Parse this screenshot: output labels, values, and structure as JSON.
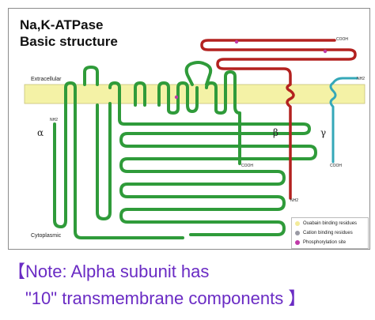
{
  "figure": {
    "title_line1": "Na,K-ATPase",
    "title_line2": "Basic structure",
    "extracellular_label": "Extracellular",
    "cytoplasmic_label": "Cytoplasmic",
    "alpha_label": "α",
    "beta_label": "β",
    "gamma_label": "γ",
    "alpha_nh2": "NH2",
    "alpha_cooh": "COOH",
    "beta_nh2": "NH2",
    "beta_cooh": "COOH",
    "gamma_nh2": "NH2",
    "gamma_cooh": "COOH",
    "legend": {
      "items": [
        {
          "label": "Ouabain binding residues",
          "color": "#f3eb9a"
        },
        {
          "label": "Cation binding residues",
          "color": "#9a9aa4"
        },
        {
          "label": "Phosphorylation site",
          "color": "#c03aa8"
        }
      ]
    },
    "colors": {
      "membrane": "#f4f2a6",
      "alpha_chain": "#2f9b3a",
      "beta_chain": "#b3211f",
      "gamma_chain": "#35a8b8"
    }
  },
  "note": {
    "bracket_open": "【",
    "line1": "Note: Alpha subunit has",
    "line2": "\"10\" transmembrane components",
    "bracket_close": "】"
  }
}
